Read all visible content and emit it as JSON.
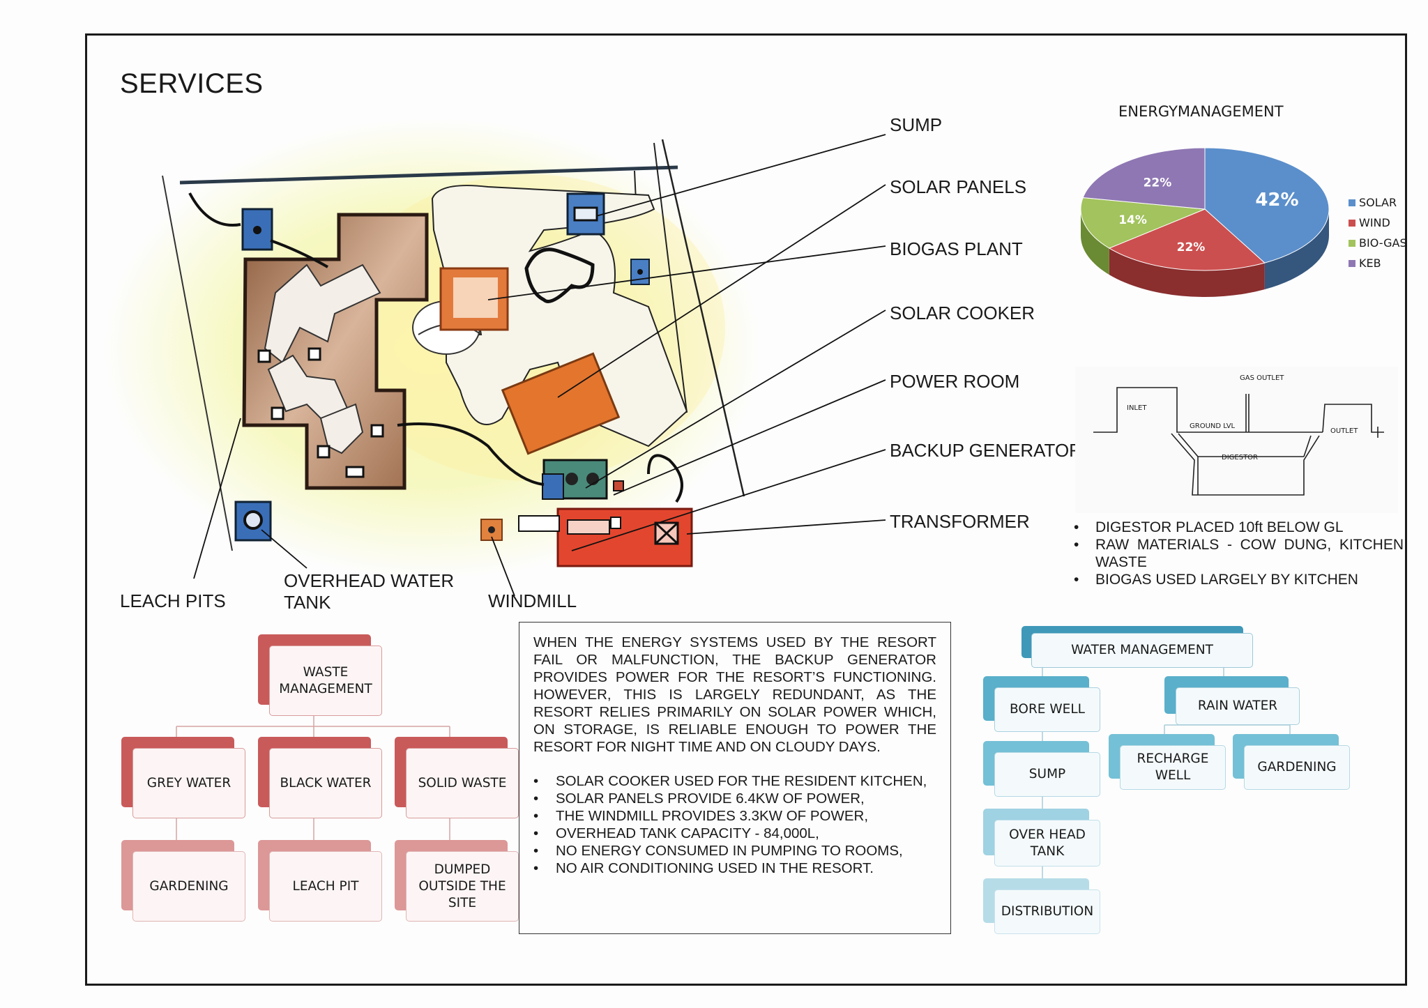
{
  "title": "SERVICES",
  "site_labels": {
    "sump": "SUMP",
    "solar_panels": "SOLAR PANELS",
    "biogas_plant": "BIOGAS PLANT",
    "solar_cooker": "SOLAR COOKER",
    "power_room": "POWER ROOM",
    "backup_generator": "BACKUP GENERATOR",
    "transformer": "TRANSFORMER",
    "leach_pits": "LEACH PITS",
    "overhead_water_tank_line1": "OVERHEAD WATER",
    "overhead_water_tank_line2": "TANK",
    "windmill": "WINDMILL"
  },
  "energy": {
    "title": "ENERGYMANAGEMENT",
    "legend": [
      "SOLAR",
      "WIND",
      "BIO-GAS",
      "KEB"
    ],
    "colors": {
      "solar": "#5b8fcb",
      "wind": "#cc4f4f",
      "biogas": "#a2c35d",
      "keb": "#8f77b3"
    }
  },
  "chart_data": {
    "type": "pie",
    "title": "ENERGYMANAGEMENT",
    "categories": [
      "SOLAR",
      "WIND",
      "BIO-GAS",
      "KEB"
    ],
    "values": [
      42,
      22,
      14,
      22
    ],
    "labels": [
      "42%",
      "22%",
      "14%",
      "22%"
    ]
  },
  "digester": {
    "gas_outlet": "GAS OUTLET",
    "inlet": "INLET",
    "ground_lvl": "GROUND LVL",
    "outlet": "OUTLET",
    "digestor": "DIGESTOR",
    "bullets": [
      "DIGESTOR PLACED 10ft BELOW GL",
      "RAW MATERIALS - COW DUNG, KITCHEN WASTE",
      "BIOGAS USED LARGELY BY KITCHEN"
    ]
  },
  "waste": {
    "root": "WASTE MANAGEMENT",
    "grey_water": "GREY WATER",
    "black_water": "BLACK WATER",
    "solid_waste": "SOLID WASTE",
    "gardening": "GARDENING",
    "leach_pit": "LEACH PIT",
    "dumped": "DUMPED OUTSIDE THE SITE"
  },
  "notes": {
    "paragraph": "WHEN THE ENERGY SYSTEMS USED BY THE RESORT FAIL OR MALFUNCTION, THE BACKUP GENERATOR PROVIDES POWER FOR THE RESORT’S FUNCTIONING. HOWEVER, THIS IS LARGELY REDUNDANT, AS THE RESORT RELIES PRIMARILY ON SOLAR POWER WHICH, ON STORAGE, IS RELIABLE ENOUGH TO POWER THE RESORT FOR NIGHT TIME AND ON CLOUDY DAYS.",
    "bullets": [
      "SOLAR COOKER USED FOR THE RESIDENT KITCHEN,",
      "SOLAR PANELS PROVIDE 6.4KW OF POWER,",
      "THE WINDMILL PROVIDES 3.3KW OF POWER,",
      "OVERHEAD TANK CAPACITY - 84,000L,",
      "NO ENERGY CONSUMED IN PUMPING TO ROOMS,",
      "NO AIR CONDITIONING USED IN THE RESORT."
    ]
  },
  "water": {
    "root": "WATER MANAGEMENT",
    "bore_well": "BORE WELL",
    "rain_water": "RAIN WATER",
    "sump": "SUMP",
    "over_head_tank": "OVER HEAD TANK",
    "distribution": "DISTRIBUTION",
    "recharge_well": "RECHARGE WELL",
    "gardening": "GARDENING"
  }
}
